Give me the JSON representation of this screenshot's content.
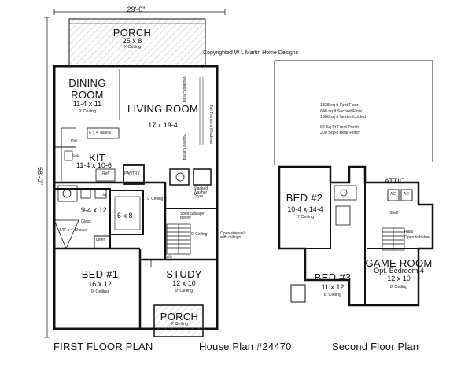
{
  "overall_width": "29'-0\"",
  "overall_depth": "58'-0\"",
  "copyright": "Copyrighted W L Martin Home Designs",
  "first_floor": {
    "porch_rear": {
      "name": "PORCH",
      "dims": "25 x 8",
      "ceiling": "9' Ceiling"
    },
    "dining": {
      "name_line1": "DINING",
      "name_line2": "ROOM",
      "dims": "11-4 x 11",
      "ceiling": "9' Ceiling"
    },
    "living": {
      "name": "LIVING ROOM",
      "dims": "17 x 19-4",
      "vaulted1": "Vaulted Ceiling",
      "vaulted2": "Vaulted Ceiling",
      "windows": "Tall Transom Windows"
    },
    "island": "6' x 4' Island",
    "kitchen": {
      "name": "KIT",
      "dims": "11-4 x 10-6",
      "dw": "DW",
      "sink": "Sink",
      "ref": "Ref",
      "pantry": "PANTRY"
    },
    "bath": {
      "dims": "9-4 x 12",
      "glass": "Glass",
      "shower": "5'0\" x 4' Shower",
      "lin": "Lin"
    },
    "closet": {
      "dims": "6 x 8",
      "linen": "Linen"
    },
    "stair": {
      "ceiling": "9' Ceiling",
      "stacked": "Stacked Washer Dryer",
      "shelf": "Shelf Storage Below",
      "open": "Open stairwell with railings",
      "ceiling2": "9' Ceiling",
      "rails": "Rails"
    },
    "bed1": {
      "name": "BED #1",
      "dims": "16 x 12",
      "ceiling": "9' Ceiling"
    },
    "study": {
      "name": "STUDY",
      "dims": "12 x 10",
      "ceiling": "9' Ceiling"
    },
    "porch_front": {
      "name": "PORCH",
      "ceiling": "9' Ceiling"
    }
  },
  "second_floor": {
    "stats": [
      "1338 sq ft First Floor",
      "648 sq ft Second Floor",
      "1986 sq ft heated/cooled",
      "64 Sq Ft Front Porch",
      "200 Sq Ft Rear Porch"
    ],
    "attic": "ATTIC",
    "ac1": "AC",
    "ac2": "AC",
    "bed2": {
      "name": "BED #2",
      "dims": "10-4 x 14-4",
      "ceiling": "8' Ceiling"
    },
    "bed3": {
      "name": "BED #3",
      "dims": "11 x 12",
      "ceiling": "8' Ceiling"
    },
    "game": {
      "name": "GAME ROOM",
      "sub": "Opt. Bedroom 4",
      "dims": "12 x 10",
      "ceiling": "8' Ceiling"
    },
    "rails": "Rails",
    "open": "Open to below",
    "shelf": "Shelf"
  },
  "captions": {
    "first": "FIRST FLOOR PLAN",
    "plan_no": "House Plan #24470",
    "second": "Second Floor Plan"
  }
}
